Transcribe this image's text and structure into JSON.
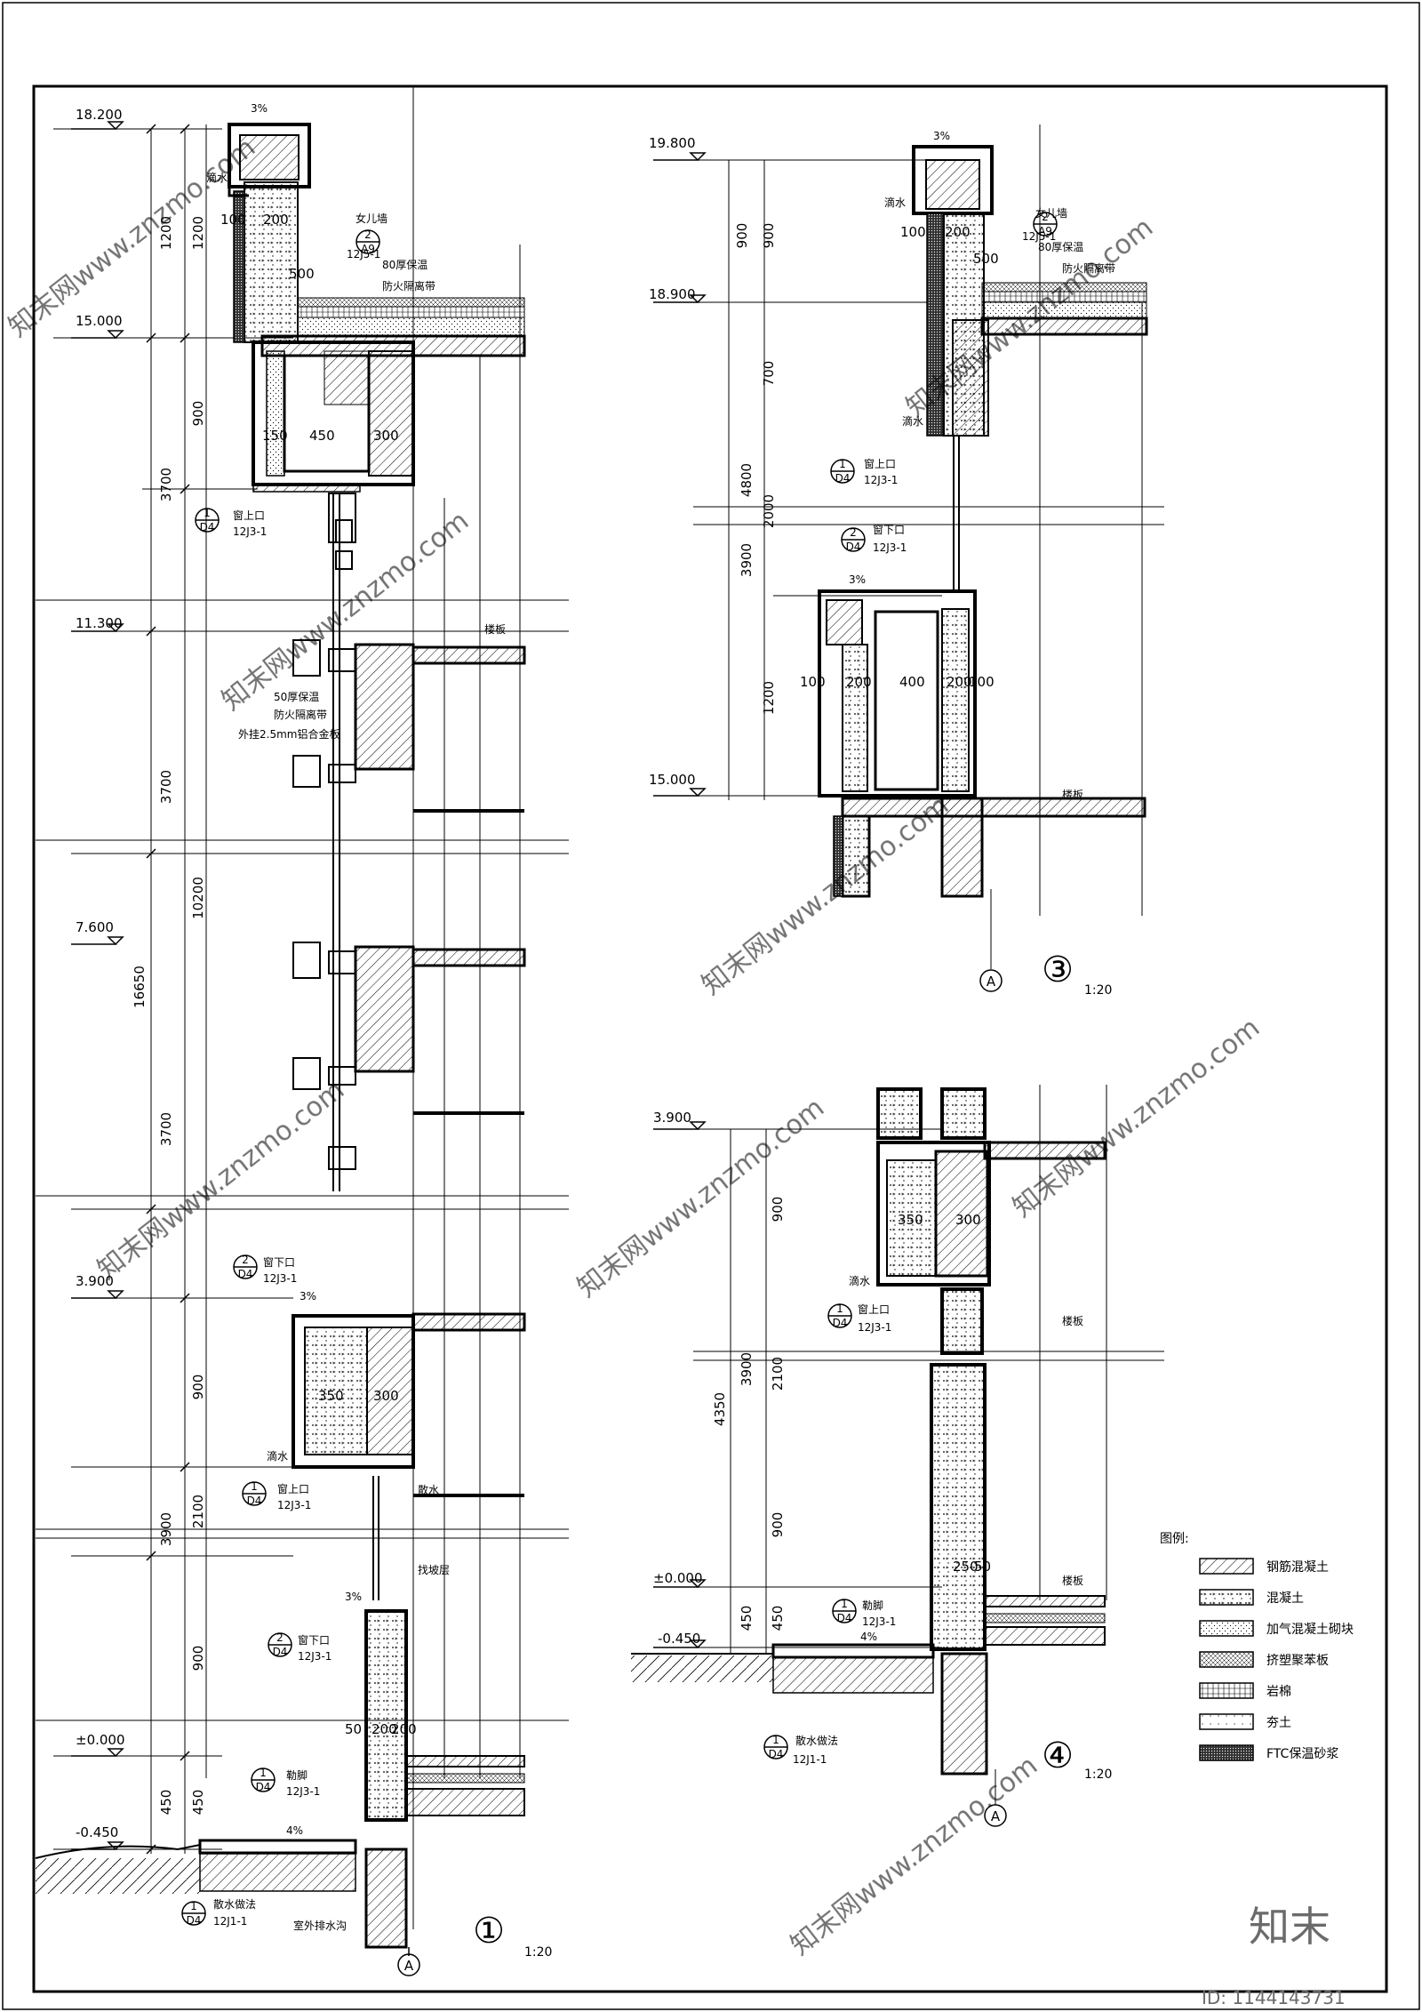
{
  "drawing": {
    "detail_1": {
      "number": "①",
      "scale": "1:20",
      "axis": "A",
      "levels": [
        "18.200",
        "15.000",
        "11.300",
        "7.600",
        "3.900",
        "±0.000",
        "-0.450"
      ],
      "dims_outer": [
        "1200",
        "3700",
        "3700",
        "3700",
        "3900",
        "450"
      ],
      "dims_inner": [
        "1200",
        "900",
        "10200",
        "900",
        "2100",
        "900",
        "450"
      ],
      "dim_total": "16650",
      "parapet_dims": [
        "100",
        "200",
        "500",
        "150",
        "450",
        "300",
        "350",
        "300",
        "50",
        "200",
        "200"
      ],
      "slope": "3%",
      "slope_low": "4%",
      "refs": [
        {
          "num": "2",
          "sheet": "A9",
          "code": "12J5-1",
          "text": "女儿墙"
        },
        {
          "num": "1",
          "sheet": "D4",
          "code": "12J3-1",
          "text": "窗上口"
        },
        {
          "num": "2",
          "sheet": "D4",
          "code": "12J3-1",
          "text": "窗下口"
        },
        {
          "num": "1",
          "sheet": "D4",
          "code": "12J3-1",
          "text": "窗上口"
        },
        {
          "num": "2",
          "sheet": "D4",
          "code": "12J3-1",
          "text": "窗下口"
        },
        {
          "num": "1",
          "sheet": "D4",
          "code": "12J3-1",
          "text": "勒脚"
        },
        {
          "num": "1",
          "sheet": "D4",
          "code": "12J1-1",
          "text": "散水做法"
        }
      ],
      "notes": [
        "滴水",
        "80厚保温",
        "防火隔离带",
        "50厚保温",
        "防火隔离带",
        "外挂2.5mm铝合金板",
        "楼板",
        "滴水",
        "室外排水沟",
        "散水",
        "找坡层"
      ]
    },
    "detail_3": {
      "number": "③",
      "scale": "1:20",
      "axis": "A",
      "levels": [
        "19.800",
        "18.900",
        "15.000"
      ],
      "dims_outer": [
        "4800",
        "3900"
      ],
      "dims_inner": [
        "900",
        "900",
        "700",
        "2000",
        "1200"
      ],
      "parapet_dims": [
        "100",
        "200",
        "500",
        "100",
        "200",
        "400",
        "200",
        "100"
      ],
      "slope": "3%",
      "refs": [
        {
          "num": "2",
          "sheet": "A9",
          "code": "12J5-1",
          "text": "女儿墙"
        },
        {
          "num": "1",
          "sheet": "D4",
          "code": "12J3-1",
          "text": "窗上口"
        },
        {
          "num": "2",
          "sheet": "D4",
          "code": "12J3-1",
          "text": "窗下口"
        }
      ],
      "notes": [
        "滴水",
        "80厚保温",
        "防火隔离带",
        "滴水",
        "楼板"
      ]
    },
    "detail_4": {
      "number": "④",
      "scale": "1:20",
      "axis": "A",
      "levels": [
        "3.900",
        "±0.000",
        "-0.450"
      ],
      "dims_outer": [
        "4350",
        "3900",
        "450"
      ],
      "dims_inner": [
        "900",
        "2100",
        "900",
        "450"
      ],
      "inner_dims": [
        "350",
        "300",
        "250",
        "50"
      ],
      "slope": "4%",
      "refs": [
        {
          "num": "1",
          "sheet": "D4",
          "code": "12J3-1",
          "text": "窗上口"
        },
        {
          "num": "1",
          "sheet": "D4",
          "code": "12J3-1",
          "text": "勒脚"
        },
        {
          "num": "1",
          "sheet": "D4",
          "code": "12J1-1",
          "text": "散水做法"
        }
      ],
      "notes": [
        "滴水",
        "楼板",
        "楼板"
      ]
    },
    "legend": {
      "title": "图例:",
      "items": [
        {
          "label": "钢筋混凝土",
          "pattern": "hatch"
        },
        {
          "label": "混凝土",
          "pattern": "dots"
        },
        {
          "label": "加气混凝土砌块",
          "pattern": "dots2"
        },
        {
          "label": "挤塑聚苯板",
          "pattern": "grid"
        },
        {
          "label": "岩棉",
          "pattern": "cross"
        },
        {
          "label": "夯土",
          "pattern": "light"
        },
        {
          "label": "FTC保温砂浆",
          "pattern": "dense"
        }
      ]
    },
    "watermarks": [
      "知末网www.znzmo.com"
    ],
    "brand": "知末",
    "id_text": "ID: 1144143731"
  }
}
